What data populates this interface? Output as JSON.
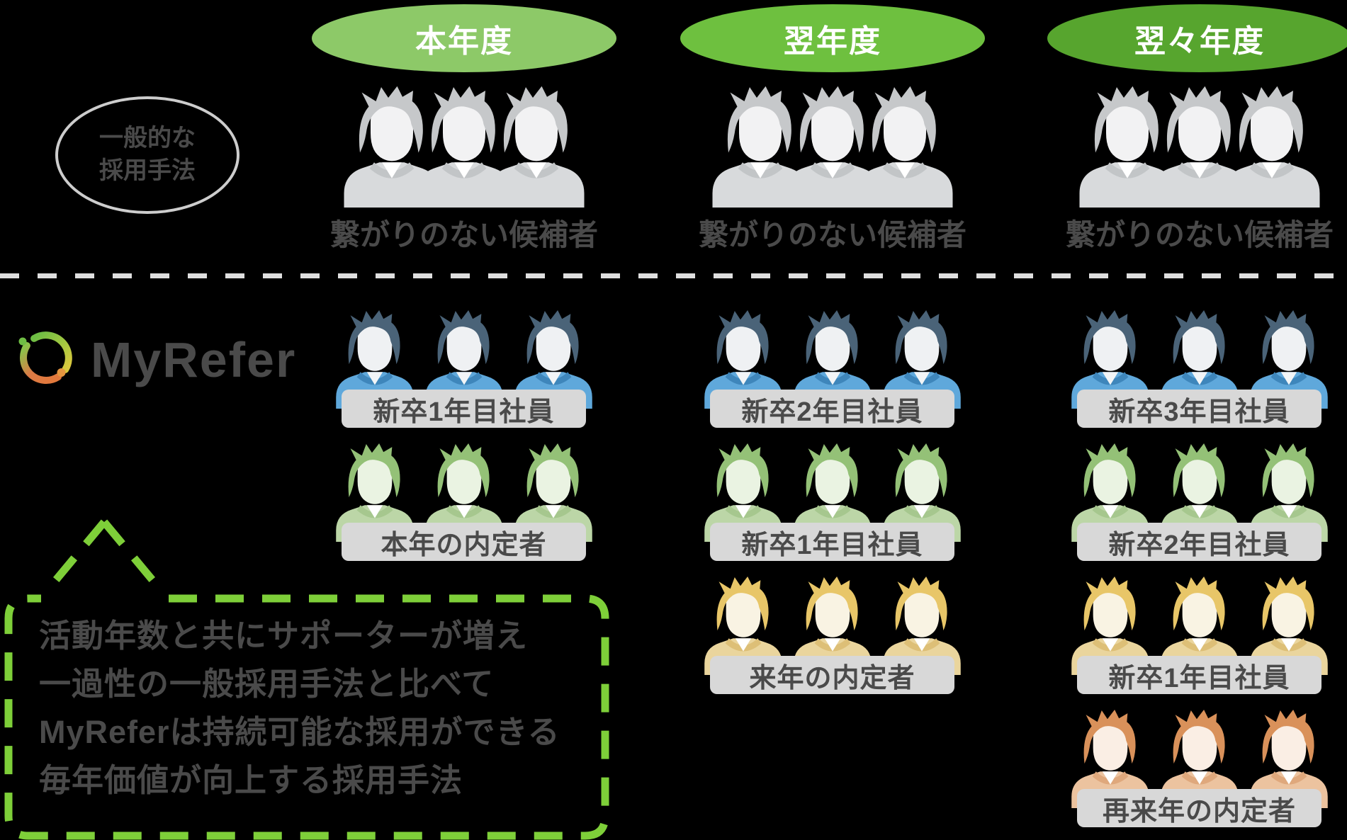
{
  "years": [
    {
      "label": "本年度",
      "color": "#8DC968"
    },
    {
      "label": "翌年度",
      "color": "#6EC03F"
    },
    {
      "label": "翌々年度",
      "color": "#57A52E"
    }
  ],
  "general_method": {
    "lines": [
      "一般的な",
      "採用手法"
    ]
  },
  "no_connection_captions": [
    "繋がりのない候補者",
    "繋がりのない候補者",
    "繋がりのない候補者"
  ],
  "logo": {
    "text": "MyRefer"
  },
  "columns": [
    {
      "groups": [
        {
          "palette": "blue",
          "label": "新卒1年目社員"
        },
        {
          "palette": "green",
          "label": "本年の内定者"
        }
      ]
    },
    {
      "groups": [
        {
          "palette": "blue",
          "label": "新卒2年目社員"
        },
        {
          "palette": "green",
          "label": "新卒1年目社員"
        },
        {
          "palette": "yellow",
          "label": "来年の内定者"
        }
      ]
    },
    {
      "groups": [
        {
          "palette": "blue",
          "label": "新卒3年目社員"
        },
        {
          "palette": "green",
          "label": "新卒2年目社員"
        },
        {
          "palette": "yellow",
          "label": "新卒1年目社員"
        },
        {
          "palette": "orange",
          "label": "再来年の内定者"
        }
      ]
    }
  ],
  "note": {
    "lines": [
      "活動年数と共にサポーターが増え",
      "一過性の一般採用手法と比べて",
      "MyReferは持続可能な採用ができる",
      "毎年価値が向上する採用手法"
    ],
    "border_color": "#7ECF39"
  },
  "colors": {
    "background": "#000000",
    "text_dark": "#4A4A4A",
    "caption_box_bg": "#D8D8D8",
    "dashed_separator": "#DFDFDF",
    "general_ellipse_border": "#CDCDCD",
    "person_palettes": {
      "gray": {
        "hair": "#C6C8CA",
        "face": "#F2F2F3",
        "shirt": "#D8DADC"
      },
      "blue": {
        "hair": "#4A6378",
        "face": "#EFF1F3",
        "shirt": "#5FA8DB"
      },
      "green": {
        "hair": "#94C177",
        "face": "#EAF3E2",
        "shirt": "#BCD6A7"
      },
      "yellow": {
        "hair": "#E8C668",
        "face": "#F9F3E3",
        "shirt": "#EAD59D"
      },
      "orange": {
        "hair": "#D9915A",
        "face": "#FAEEE4",
        "shirt": "#ECC39F"
      }
    },
    "logo_ring": {
      "green": "#6EBE44",
      "yellow": "#D8C83E",
      "orange": "#E2793C"
    }
  }
}
